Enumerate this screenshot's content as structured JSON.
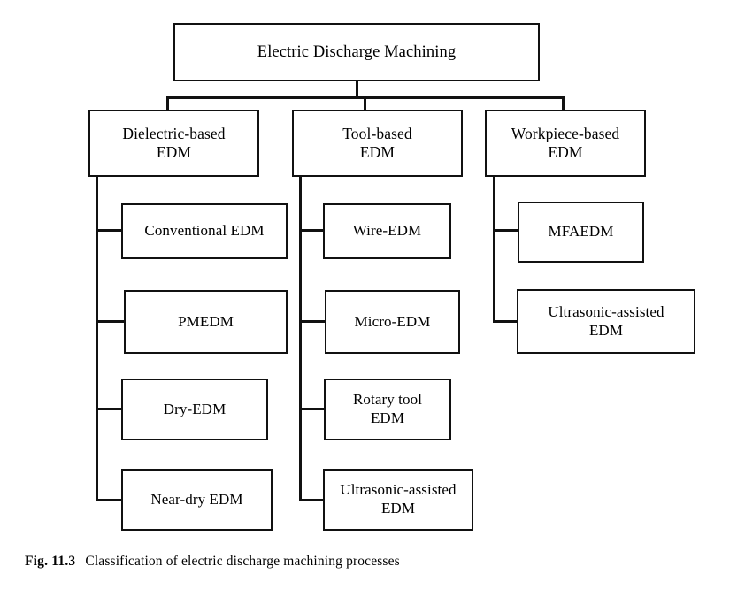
{
  "figure": {
    "caption_label": "Fig. 11.3",
    "caption_text": "Classification of electric discharge machining processes"
  },
  "diagram": {
    "type": "tree",
    "orientation": "top-down-then-left-bracket",
    "root": {
      "id": "root",
      "label": "Electric Discharge Machining"
    },
    "categories": [
      {
        "id": "dielectric-based-edm",
        "label": "Dielectric-based\nEDM",
        "children": [
          {
            "id": "conventional-edm",
            "label": "Conventional EDM"
          },
          {
            "id": "pmedm",
            "label": "PMEDM"
          },
          {
            "id": "dry-edm",
            "label": "Dry-EDM"
          },
          {
            "id": "near-dry-edm",
            "label": "Near-dry EDM"
          }
        ]
      },
      {
        "id": "tool-based-edm",
        "label": "Tool-based\nEDM",
        "children": [
          {
            "id": "wire-edm",
            "label": "Wire-EDM"
          },
          {
            "id": "micro-edm",
            "label": "Micro-EDM"
          },
          {
            "id": "rotary-tool-edm",
            "label": "Rotary tool\nEDM"
          },
          {
            "id": "ultrasonic-assisted-edm-tool",
            "label": "Ultrasonic-assisted\nEDM"
          }
        ]
      },
      {
        "id": "workpiece-based-edm",
        "label": "Workpiece-based\nEDM",
        "children": [
          {
            "id": "mfaedm",
            "label": "MFAEDM"
          },
          {
            "id": "ultrasonic-assisted-edm-workpiece",
            "label": "Ultrasonic-assisted\nEDM"
          }
        ]
      }
    ],
    "colors": {
      "line": "#111111",
      "box_fill": "#ffffff",
      "text": "#000000",
      "background": "#ffffff"
    }
  }
}
